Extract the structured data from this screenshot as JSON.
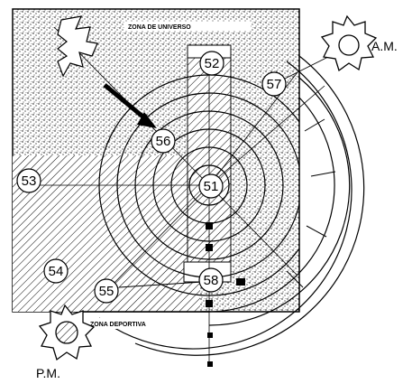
{
  "labels": {
    "am": "A.M.",
    "pm": "P.M.",
    "zone_top": "ZONA DE UNIVERSO",
    "zone_bottom": "ZONA DEPORTIVA"
  },
  "nodes": [
    {
      "id": "n51",
      "text": "51"
    },
    {
      "id": "n52",
      "text": "52"
    },
    {
      "id": "n53",
      "text": "53"
    },
    {
      "id": "n54",
      "text": "54"
    },
    {
      "id": "n55",
      "text": "55"
    },
    {
      "id": "n56",
      "text": "56"
    },
    {
      "id": "n57",
      "text": "57"
    },
    {
      "id": "n58",
      "text": "58"
    }
  ],
  "colors": {
    "ink": "#000000",
    "background": "#ffffff",
    "sun_fill": "#555555"
  },
  "icons": [
    "sun-am-icon",
    "sun-pm-icon",
    "leaf-icon",
    "arrow-icon"
  ]
}
